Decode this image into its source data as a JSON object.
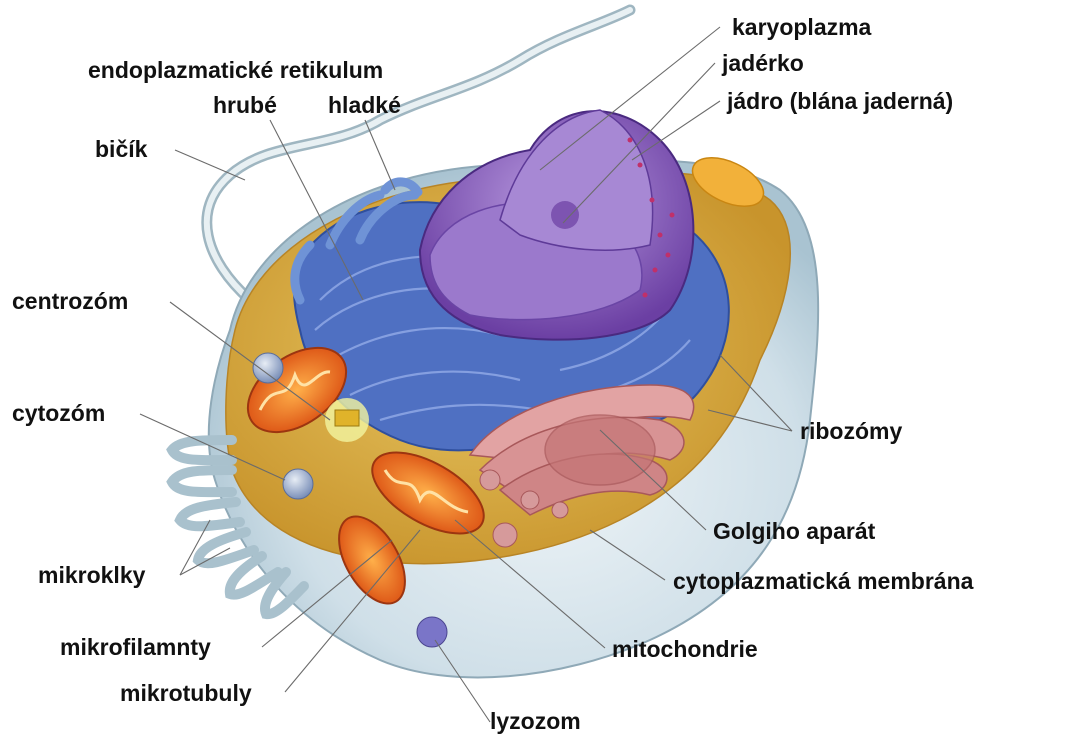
{
  "labels": {
    "karyoplazma": "karyoplazma",
    "jaderko": "jadérko",
    "jadro": "jádro (blána jaderná)",
    "er": "endoplazmatické retikulum",
    "hrube": "hrubé",
    "hladke": "hladké",
    "bicik": "bičík",
    "centrozom": "centrozóm",
    "cytozom": "cytozóm",
    "ribozomy": "ribozómy",
    "golgi": "Golgiho aparát",
    "membrana": "cytoplazmatická membrána",
    "mikroklky": "mikroklky",
    "mikrofilamnty": "mikrofilamnty",
    "mikrotubuly": "mikrotubuly",
    "mitochondrie": "mitochondrie",
    "lyzozom": "lyzozom"
  },
  "colors": {
    "cytoplasm": "#d9a93a",
    "membrane_shell": "#cfe0ea",
    "nucleus": "#7a4fb0",
    "nucleus_inner": "#a88ad0",
    "er": "#4d6fc0",
    "golgi": "#d98f8f",
    "mitochondria": "#e8641a",
    "flagellum": "#c9d9e0"
  }
}
